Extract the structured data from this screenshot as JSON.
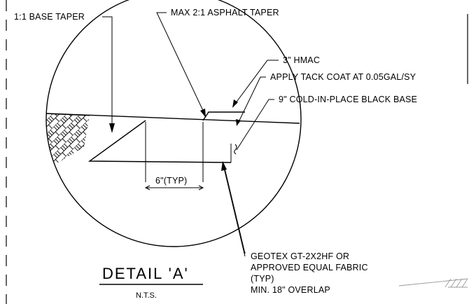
{
  "detail": {
    "title": "DETAIL 'A'",
    "scale": "N.T.S."
  },
  "callouts": {
    "base_taper": "1:1 BASE TAPER",
    "asphalt_taper": "MAX 2:1 ASPHALT TAPER",
    "hmac": "3\" HMAC",
    "tack_coat": "APPLY TACK COAT AT 0.05GAL/SY",
    "black_base": "9\" COLD-IN-PLACE BLACK BASE",
    "dimension": "6\"(TYP)",
    "fabric_line1": "GEOTEX GT-2X2HF OR",
    "fabric_line2": "APPROVED EQUAL FABRIC",
    "fabric_line3": "(TYP)",
    "fabric_line4": "MIN. 18\" OVERLAP"
  }
}
